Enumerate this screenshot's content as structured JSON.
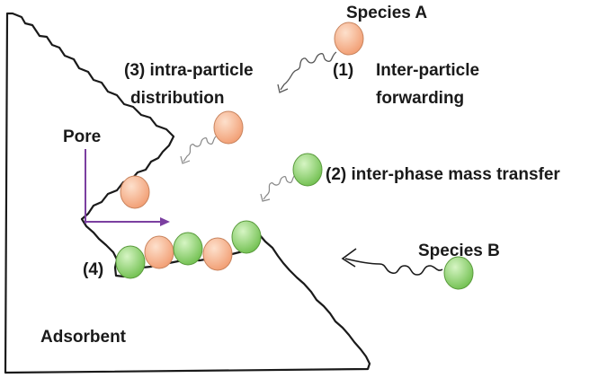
{
  "labels": {
    "species_a": "Species A",
    "step1_number": "(1)",
    "step1_line1": "Inter-particle",
    "step1_line2": "forwarding",
    "step3_line1": "(3) intra-particle",
    "step3_line2": "distribution",
    "pore": "Pore",
    "step2": "(2) inter-phase mass transfer",
    "species_b": "Species B",
    "step4": "(4)",
    "adsorbent": "Adsorbent"
  },
  "colors": {
    "species_a": "#f4a582",
    "species_b": "#8fd16f",
    "pore_axes": "#7b3fa0",
    "outline": "#1a1a1a"
  }
}
